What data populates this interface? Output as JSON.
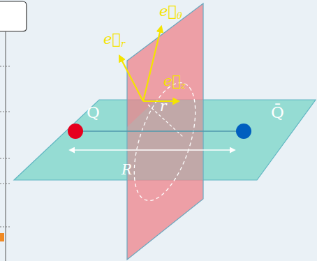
{
  "diagram": {
    "nodes": [
      {
        "text": [
          "Q"
        ]
      },
      {
        "text": [
          "Q̄"
        ]
      }
    ],
    "edges": [
      {
        "from": 0,
        "to": 1,
        "arrow": "none"
      }
    ],
    "labels": [
      "R",
      "r",
      "e⃗r",
      "e⃗θ",
      "e⃗z"
    ]
  }
}
